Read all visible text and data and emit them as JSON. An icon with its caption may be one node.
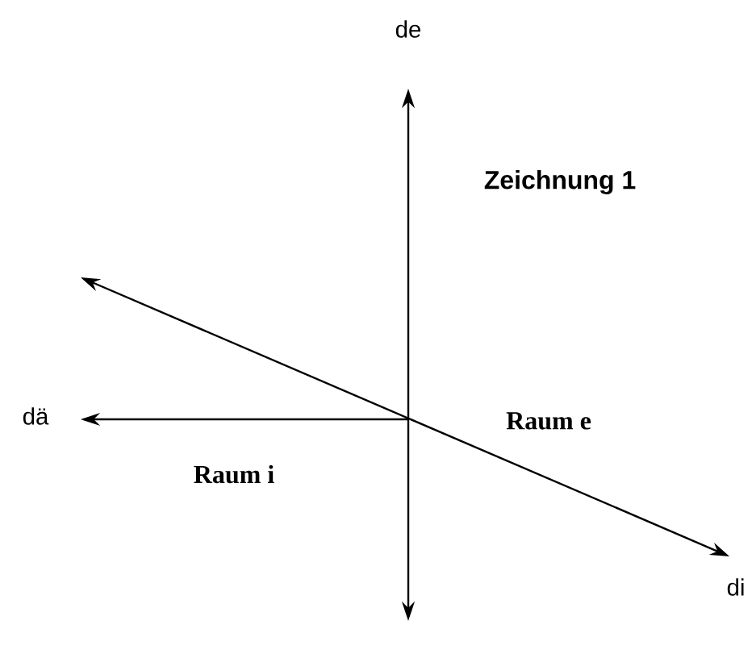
{
  "diagram": {
    "labels": [
      "de",
      "Zeichnung 1",
      "dä",
      "Raum e",
      "Raum i",
      "di"
    ]
  }
}
